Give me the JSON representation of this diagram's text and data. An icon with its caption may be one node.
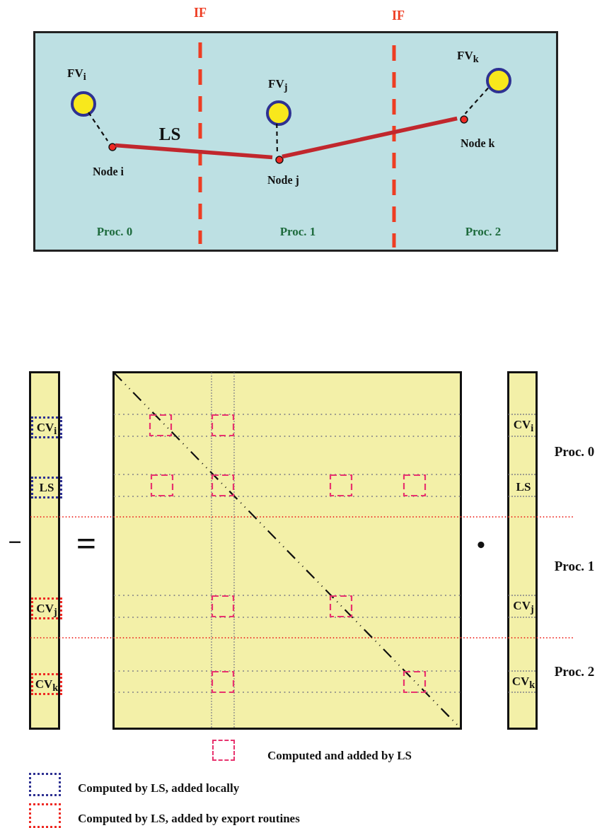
{
  "diagram": {
    "nodes": [
      {
        "text": [],
        "shape": "box"
      },
      {
        "text": [
          "FV$_{i}$"
        ],
        "in": 0
      },
      {
        "text": [
          "Node i"
        ],
        "in": 0
      },
      {
        "text": [
          "FV$_{j}$"
        ],
        "in": 0
      },
      {
        "text": [
          "Node j"
        ],
        "in": 0
      },
      {
        "text": [
          "FV$_{k}$"
        ],
        "in": 0
      },
      {
        "text": [
          "Node k"
        ],
        "in": 0
      },
      {
        "text": [],
        "shape": "box"
      },
      {
        "text": [
          "CV$_{i}$"
        ],
        "in": 7
      },
      {
        "text": [
          "LS"
        ],
        "in": 7
      },
      {
        "text": [
          "CV$_{j}$"
        ],
        "in": 7
      },
      {
        "text": [
          "CV$_{k}$"
        ],
        "in": 7
      },
      {
        "text": [],
        "shape": "box"
      },
      {
        "text": [],
        "shape": "box"
      }
    ],
    "edges": [
      {
        "from": 1,
        "to": 2,
        "arrow": "none",
        "style": "dashed"
      },
      {
        "from": 3,
        "to": 4,
        "arrow": "none",
        "style": "dashed"
      },
      {
        "from": 5,
        "to": 6,
        "arrow": "none",
        "style": "dashed"
      },
      {
        "from": 2,
        "to": 4,
        "arrow": "none",
        "label": "LS",
        "style": "thick",
        "color": "#c1272d"
      },
      {
        "from": 4,
        "to": 6,
        "arrow": "none",
        "style": "thick",
        "color": "#c1272d"
      }
    ],
    "labels": [
      "IF",
      "IF",
      "Proc. 0",
      "Proc. 1",
      "Proc. 2",
      "−",
      "=",
      "•",
      "CV$_{i}$",
      "LS",
      "CV$_{j}$",
      "CV$_{k}$",
      "Proc. 0",
      "Proc. 1",
      "Proc. 2"
    ],
    "legend": [
      {
        "text": "Computed and added by LS"
      },
      {
        "text": "Computed by LS, added locally"
      },
      {
        "text": "Computed by LS, added by export routines"
      }
    ]
  }
}
